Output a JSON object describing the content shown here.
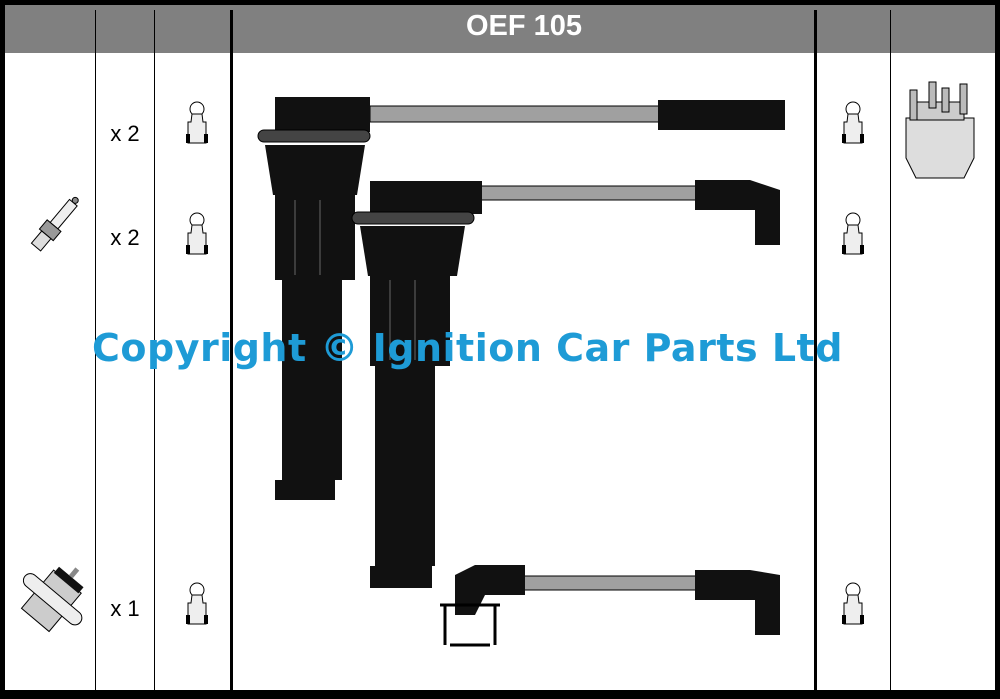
{
  "header": {
    "title": "OEF 105"
  },
  "rows": [
    {
      "quantity": "x 2",
      "component": "spark-plug"
    },
    {
      "quantity": "x 2",
      "component": "spark-plug"
    },
    {
      "quantity": "x 1",
      "component": "ignition-coil"
    }
  ],
  "watermark": "Copyright © Ignition Car Parts Ltd",
  "colors": {
    "header": "#808080",
    "watermark": "#1e9bd6",
    "lead": "#111111",
    "wire": "#a0a0a0"
  }
}
